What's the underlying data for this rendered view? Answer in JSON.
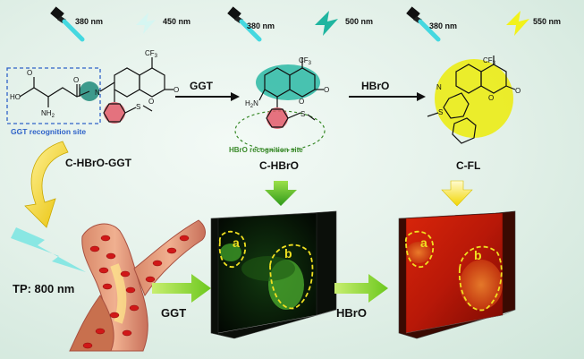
{
  "excitation": [
    {
      "wavelength": "380 nm",
      "emission": "450 nm",
      "emission_color": "#c8f2ee"
    },
    {
      "wavelength": "380 nm",
      "emission": "500 nm",
      "emission_color": "#1fb5a0"
    },
    {
      "wavelength": "380 nm",
      "emission": "550 nm",
      "emission_color": "#f2f21a"
    }
  ],
  "molecules": {
    "probe": "C-HBrO-GGT",
    "intermediate": "C-HBrO",
    "product": "C-FL"
  },
  "groups": {
    "cf3": "CF",
    "cf3_sub": "3",
    "oxygen": "O",
    "ho": "HO",
    "nh2": "NH",
    "nh2_sub": "2",
    "h2n": "H",
    "h2n_sub": "2",
    "h2n_n": "N",
    "n": "N",
    "s": "S"
  },
  "annotations": {
    "ggt_site": "GGT recognition site",
    "hbro_site": "HBrO recognition site"
  },
  "arrows": {
    "step1": "GGT",
    "step2": "HBrO",
    "lower1": "GGT",
    "lower2": "HBrO"
  },
  "two_photon": "TP: 800 nm",
  "image_labels": {
    "left_a": "a",
    "left_b": "b",
    "right_a": "a",
    "right_b": "b"
  },
  "colors": {
    "accent_blue": "#2e62c8",
    "site_green": "#3a8a2a",
    "teal": "#1e8a7a",
    "pink": "#e35a6a",
    "yellow": "#ecec10",
    "arrow_green": "#7fd02a"
  }
}
